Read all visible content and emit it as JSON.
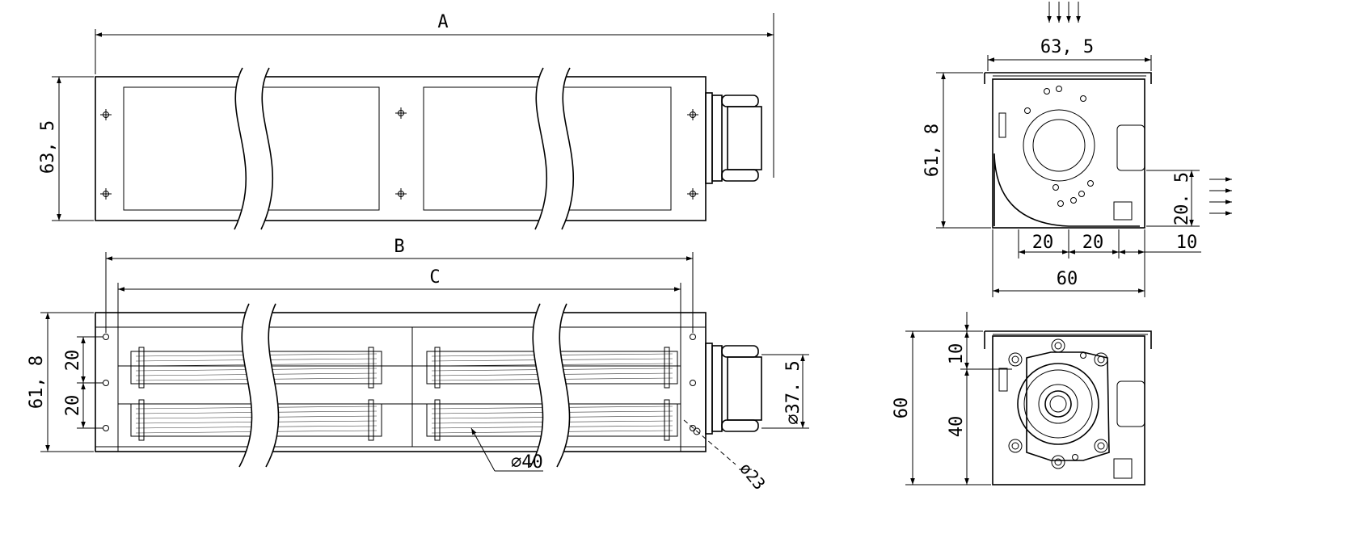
{
  "top_view": {
    "length_label": "A",
    "height_label": "63, 5"
  },
  "front_view": {
    "length_b_label": "B",
    "length_c_label": "C",
    "height_label": "61, 8",
    "spacing_upper_label": "20",
    "spacing_lower_label": "20",
    "impeller_dia_label": "∅40",
    "motor_dia_label": "∅37. 5",
    "hub_dia_label": "ø23"
  },
  "side_view": {
    "width_label": "63, 5",
    "height_label": "61, 8",
    "outlet_label": "20. 5",
    "spacing_left_label": "20",
    "spacing_right_label": "20",
    "offset_label": "10",
    "base_width_label": "60"
  },
  "end_view": {
    "height_label": "60",
    "top_offset_label": "10",
    "center_label": "40"
  }
}
